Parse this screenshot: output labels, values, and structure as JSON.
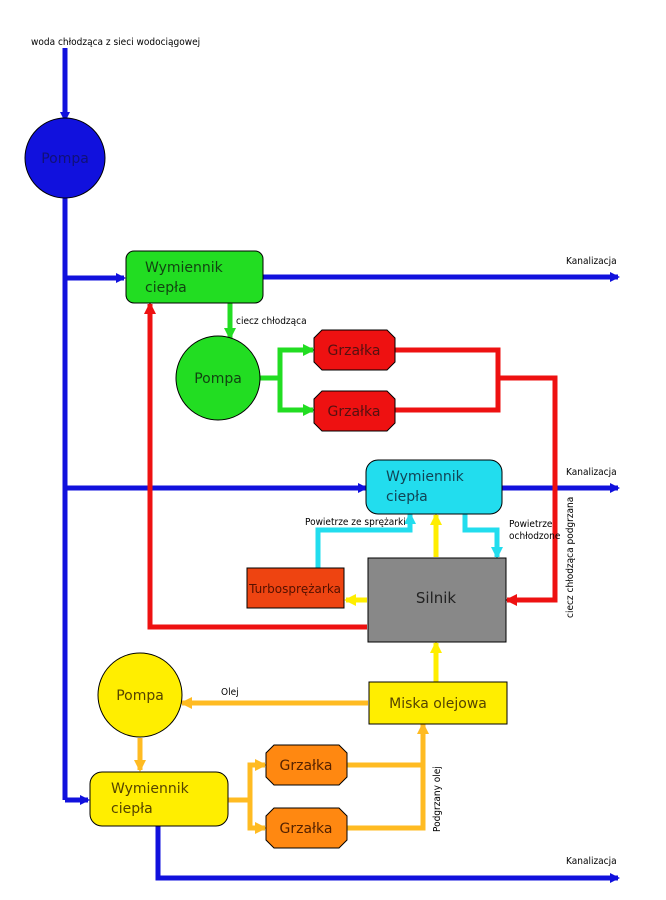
{
  "labels": {
    "source_water": "woda chłodząca z sieci wodociągowej",
    "pump_top": "Pompa",
    "hx1_line1": "Wymiennik",
    "hx1_line2": "ciepła",
    "coolant": "ciecz chłodząca",
    "pump_green": "Pompa",
    "heater_red_1": "Grzałka",
    "heater_red_2": "Grzałka",
    "drain1": "Kanalizacja",
    "hx2_line1": "Wymiennik",
    "hx2_line2": "ciepła",
    "drain2": "Kanalizacja",
    "compressor_air": "Powietrze ze sprężarki",
    "cooled_air_line1": "Powietrze",
    "cooled_air_line2": "ochłodzone",
    "turbo": "Turbosprężarka",
    "engine": "Silnik",
    "heated_coolant": "ciecz chłodząca podgrzana",
    "pump_yellow": "Pompa",
    "oil": "Olej",
    "oil_sump": "Miska olejowa",
    "hx3_line1": "Wymiennik",
    "hx3_line2": "ciepła",
    "heater_orange_1": "Grzałka",
    "heater_orange_2": "Grzałka",
    "heated_oil": "Podgrzany olej",
    "drain3": "Kanalizacja"
  },
  "colors": {
    "water": "#1111dd",
    "green": "#22dd22",
    "red": "#ee1111",
    "cyan": "#22ddee",
    "yellow": "#ffee00",
    "orange_line": "#ffbb22",
    "orange_heater": "#ff8811",
    "turbo": "#ee4411",
    "engine": "#888888"
  }
}
